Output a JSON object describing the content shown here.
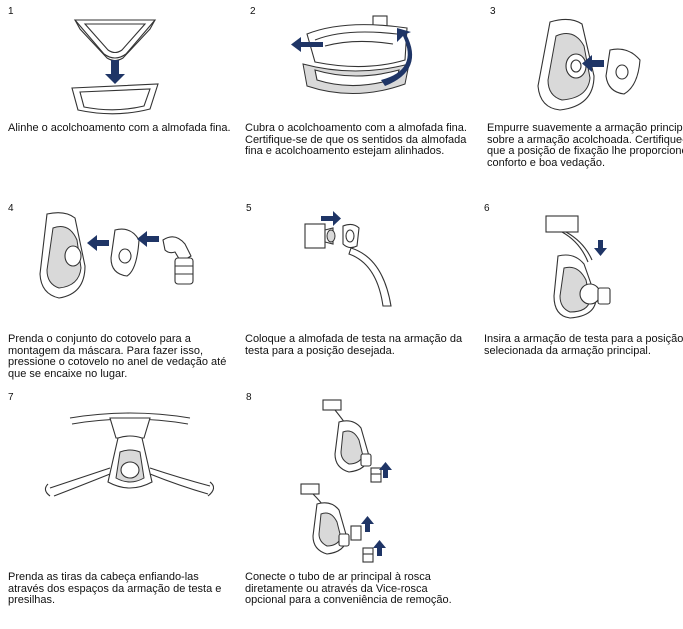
{
  "steps": [
    {
      "number": "1",
      "caption": "Alinhe o acolchoamento com a almofada fina."
    },
    {
      "number": "2",
      "caption": "Cubra o acolchoamento com a almofada fina. Certifique-se de que os sentidos da almofada fina e acolchoamento estejam alinhados."
    },
    {
      "number": "3",
      "caption": "Empurre suavemente a armação principal sobre a armação acolchoada. Certifique-se que a posição de fixação lhe proporcione conforto e boa vedação."
    },
    {
      "number": "4",
      "caption": "Prenda o conjunto do cotovelo para a montagem da máscara. Para fazer isso, pressione o cotovelo no anel de vedação até que se encaixe no lugar."
    },
    {
      "number": "5",
      "caption": "Coloque a almofada de testa na armação da testa para a posição desejada."
    },
    {
      "number": "6",
      "caption": "Insira a armação de testa para a posição selecionada da armação principal."
    },
    {
      "number": "7",
      "caption": "Prenda as tiras da cabeça enfiando-las através dos espaços da armação de testa e presilhas."
    },
    {
      "number": "8",
      "caption": "Conecte o tubo de ar principal à rosca diretamente ou através da Vice-rosca opcional para a conveniência de remoção."
    }
  ],
  "colors": {
    "arrow": "#1f3566",
    "line": "#333333"
  }
}
